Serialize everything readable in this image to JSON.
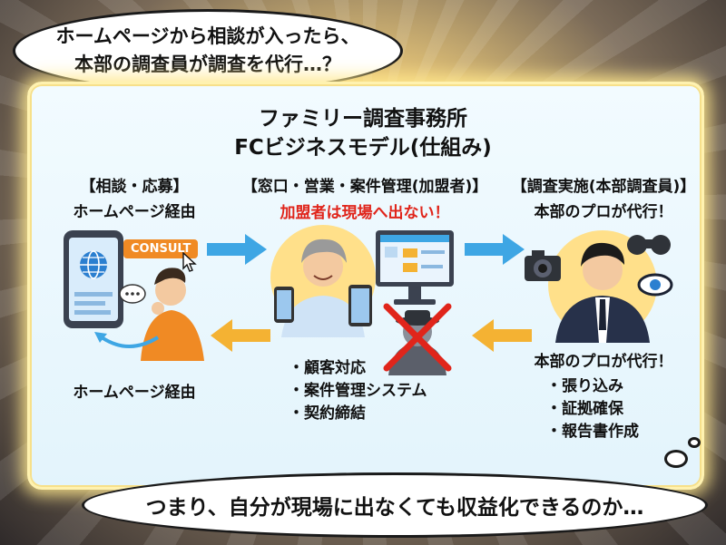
{
  "top_bubble": {
    "line1": "ホームページから相談が入ったら、",
    "line2": "本部の調査員が調査を代行…？"
  },
  "title": {
    "line1": "ファミリー調査事務所",
    "line2": "FCビジネスモデル(仕組み)"
  },
  "left": {
    "header": "【相談・応募】",
    "sub": "ホームページ経由",
    "consult_tag": "CONSULT",
    "bottom_label": "ホームページ経由"
  },
  "center": {
    "header": "【窓口・営業・案件管理(加盟者)】",
    "warning": "加盟者は現場へ出ない！",
    "items": [
      "・顧客対応",
      "・案件管理システム",
      "・契約締結"
    ]
  },
  "right": {
    "header": "【調査実施(本部調査員)】",
    "sub": "本部のプロが代行！",
    "items_title": "本部のプロが代行！",
    "items": [
      "・張り込み",
      "・証拠確保",
      "・報告書作成"
    ]
  },
  "bottom_bubble": {
    "text": "つまり、自分が現場に出なくても収益化できるのか…"
  },
  "colors": {
    "arrow": "#3ea6e4",
    "arrow_back": "#f4b233",
    "warning": "#e0251b",
    "consult": "#f08a24"
  },
  "icons": [
    "globe-icon",
    "speech-dots-icon",
    "cursor-icon",
    "camera-icon",
    "binoculars-icon",
    "eye-icon",
    "folder-icon",
    "cross-mark-icon"
  ]
}
